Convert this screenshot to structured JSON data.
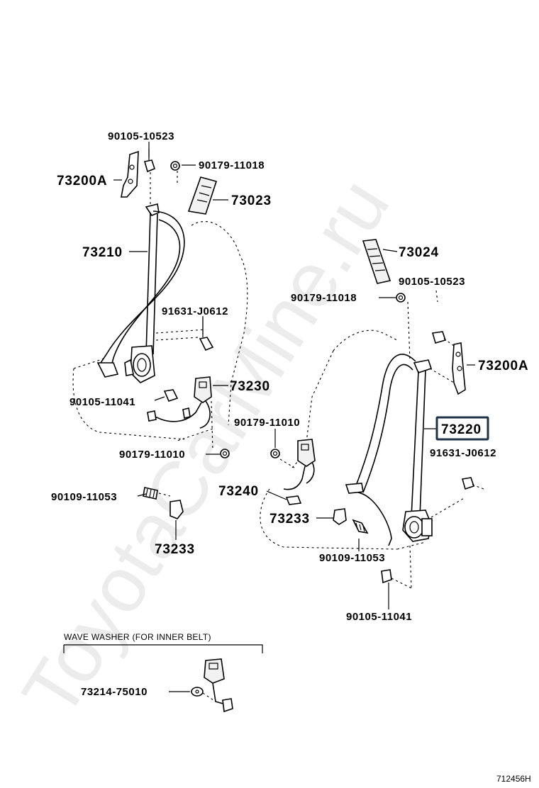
{
  "watermark": "ToyotaCarMine.ru",
  "labels": {
    "p90105_10523_left": "90105-10523",
    "p90179_11018_left": "90179-11018",
    "p73200A_left": "73200A",
    "p73023": "73023",
    "p73210": "73210",
    "p91631_J0612_left": "91631-J0612",
    "p73230": "73230",
    "p90105_11041_left": "90105-11041",
    "p90179_11010_left": "90179-11010",
    "p90109_11053_left": "90109-11053",
    "p73233_left": "73233",
    "p73024": "73024",
    "p90105_10523_right": "90105-10523",
    "p90179_11018_right": "90179-11018",
    "p73200A_right": "73200A",
    "p73220": "73220",
    "p91631_J0612_right": "91631-J0612",
    "p90179_11010_right": "90179-11010",
    "p73240": "73240",
    "p73233_right": "73233",
    "p90109_11053_right": "90109-11053",
    "p90105_11041_right": "90105-11041",
    "wave_washer_note": "WAVE WASHER (FOR INNER BELT)",
    "p73214_75010": "73214-75010",
    "drawing_code": "712456H"
  },
  "highlight": {
    "part": "73220",
    "color": "#1f3346"
  }
}
